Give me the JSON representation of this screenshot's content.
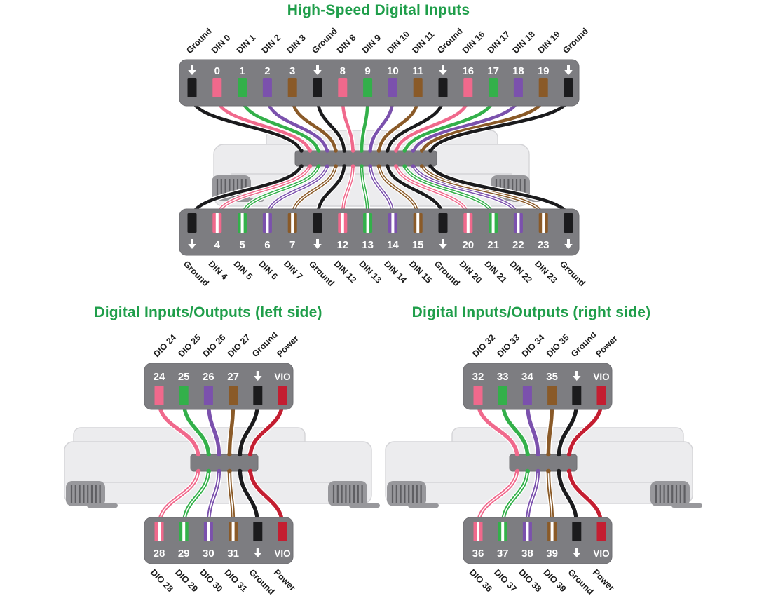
{
  "palette": {
    "title_green": "#1f9e4a",
    "connector_gray": "#7d7d81",
    "connector_edge": "#6f6f73",
    "pin_number_white": "#ffffff",
    "label_black": "#1c1c1c",
    "wire_halo_white": "#ffffff",
    "ghost_fill": "#ececee",
    "ghost_line": "#d4d4d7",
    "ghost_foot": "#98989c",
    "ghost_rib": "#5e5e62",
    "wire_black": "#1b1b1d",
    "wire_pink": "#f0698c",
    "wire_green": "#33b04a",
    "wire_purple": "#7b51ad",
    "wire_brown": "#8a5a28",
    "wire_red": "#c41e31"
  },
  "sections": {
    "high_speed": {
      "title": "High-Speed Digital Inputs",
      "top_pins": [
        {
          "num": "↓",
          "label": "Ground",
          "color": "black",
          "striped": false
        },
        {
          "num": "0",
          "label": "DIN 0",
          "color": "pink",
          "striped": false
        },
        {
          "num": "1",
          "label": "DIN 1",
          "color": "green",
          "striped": false
        },
        {
          "num": "2",
          "label": "DIN 2",
          "color": "purple",
          "striped": false
        },
        {
          "num": "3",
          "label": "DIN 3",
          "color": "brown",
          "striped": false
        },
        {
          "num": "↓",
          "label": "Ground",
          "color": "black",
          "striped": false
        },
        {
          "num": "8",
          "label": "DIN 8",
          "color": "pink",
          "striped": false
        },
        {
          "num": "9",
          "label": "DIN 9",
          "color": "green",
          "striped": false
        },
        {
          "num": "10",
          "label": "DIN 10",
          "color": "purple",
          "striped": false
        },
        {
          "num": "11",
          "label": "DIN 11",
          "color": "brown",
          "striped": false
        },
        {
          "num": "↓",
          "label": "Ground",
          "color": "black",
          "striped": false
        },
        {
          "num": "16",
          "label": "DIN 16",
          "color": "pink",
          "striped": false
        },
        {
          "num": "17",
          "label": "DIN 17",
          "color": "green",
          "striped": false
        },
        {
          "num": "18",
          "label": "DIN 18",
          "color": "purple",
          "striped": false
        },
        {
          "num": "19",
          "label": "DIN 19",
          "color": "brown",
          "striped": false
        },
        {
          "num": "↓",
          "label": "Ground",
          "color": "black",
          "striped": false
        }
      ],
      "bottom_pins": [
        {
          "num": "↓",
          "label": "Ground",
          "color": "black",
          "striped": false
        },
        {
          "num": "4",
          "label": "DIN 4",
          "color": "pink",
          "striped": true
        },
        {
          "num": "5",
          "label": "DIN 5",
          "color": "green",
          "striped": true
        },
        {
          "num": "6",
          "label": "DIN 6",
          "color": "purple",
          "striped": true
        },
        {
          "num": "7",
          "label": "DIN 7",
          "color": "brown",
          "striped": true
        },
        {
          "num": "↓",
          "label": "Ground",
          "color": "black",
          "striped": false
        },
        {
          "num": "12",
          "label": "DIN 12",
          "color": "pink",
          "striped": true
        },
        {
          "num": "13",
          "label": "DIN 13",
          "color": "green",
          "striped": true
        },
        {
          "num": "14",
          "label": "DIN 14",
          "color": "purple",
          "striped": true
        },
        {
          "num": "15",
          "label": "DIN 15",
          "color": "brown",
          "striped": true
        },
        {
          "num": "↓",
          "label": "Ground",
          "color": "black",
          "striped": false
        },
        {
          "num": "20",
          "label": "DIN 20",
          "color": "pink",
          "striped": true
        },
        {
          "num": "21",
          "label": "DIN 21",
          "color": "green",
          "striped": true
        },
        {
          "num": "22",
          "label": "DIN 22",
          "color": "purple",
          "striped": true
        },
        {
          "num": "23",
          "label": "DIN 23",
          "color": "brown",
          "striped": true
        },
        {
          "num": "↓",
          "label": "Ground",
          "color": "black",
          "striped": false
        }
      ]
    },
    "dio_left": {
      "title": "Digital Inputs/Outputs (left side)",
      "top_pins": [
        {
          "num": "24",
          "label": "DIO 24",
          "color": "pink",
          "striped": false
        },
        {
          "num": "25",
          "label": "DIO 25",
          "color": "green",
          "striped": false
        },
        {
          "num": "26",
          "label": "DIO 26",
          "color": "purple",
          "striped": false
        },
        {
          "num": "27",
          "label": "DIO 27",
          "color": "brown",
          "striped": false
        },
        {
          "num": "↓",
          "label": "Ground",
          "color": "black",
          "striped": false
        },
        {
          "num": "VIO",
          "label": "Power",
          "color": "red",
          "striped": false
        }
      ],
      "bottom_pins": [
        {
          "num": "28",
          "label": "DIO 28",
          "color": "pink",
          "striped": true
        },
        {
          "num": "29",
          "label": "DIO 29",
          "color": "green",
          "striped": true
        },
        {
          "num": "30",
          "label": "DIO 30",
          "color": "purple",
          "striped": true
        },
        {
          "num": "31",
          "label": "DIO 31",
          "color": "brown",
          "striped": true
        },
        {
          "num": "↓",
          "label": "Ground",
          "color": "black",
          "striped": false
        },
        {
          "num": "VIO",
          "label": "Power",
          "color": "red",
          "striped": false
        }
      ]
    },
    "dio_right": {
      "title": "Digital Inputs/Outputs (right side)",
      "top_pins": [
        {
          "num": "32",
          "label": "DIO 32",
          "color": "pink",
          "striped": false
        },
        {
          "num": "33",
          "label": "DIO 33",
          "color": "green",
          "striped": false
        },
        {
          "num": "34",
          "label": "DIO 34",
          "color": "purple",
          "striped": false
        },
        {
          "num": "35",
          "label": "DIO 35",
          "color": "brown",
          "striped": false
        },
        {
          "num": "↓",
          "label": "Ground",
          "color": "black",
          "striped": false
        },
        {
          "num": "VIO",
          "label": "Power",
          "color": "red",
          "striped": false
        }
      ],
      "bottom_pins": [
        {
          "num": "36",
          "label": "DIO 36",
          "color": "pink",
          "striped": true
        },
        {
          "num": "37",
          "label": "DIO 37",
          "color": "green",
          "striped": true
        },
        {
          "num": "38",
          "label": "DIO 38",
          "color": "purple",
          "striped": true
        },
        {
          "num": "39",
          "label": "DIO 39",
          "color": "brown",
          "striped": true
        },
        {
          "num": "↓",
          "label": "Ground",
          "color": "black",
          "striped": false
        },
        {
          "num": "VIO",
          "label": "Power",
          "color": "red",
          "striped": false
        }
      ]
    }
  }
}
